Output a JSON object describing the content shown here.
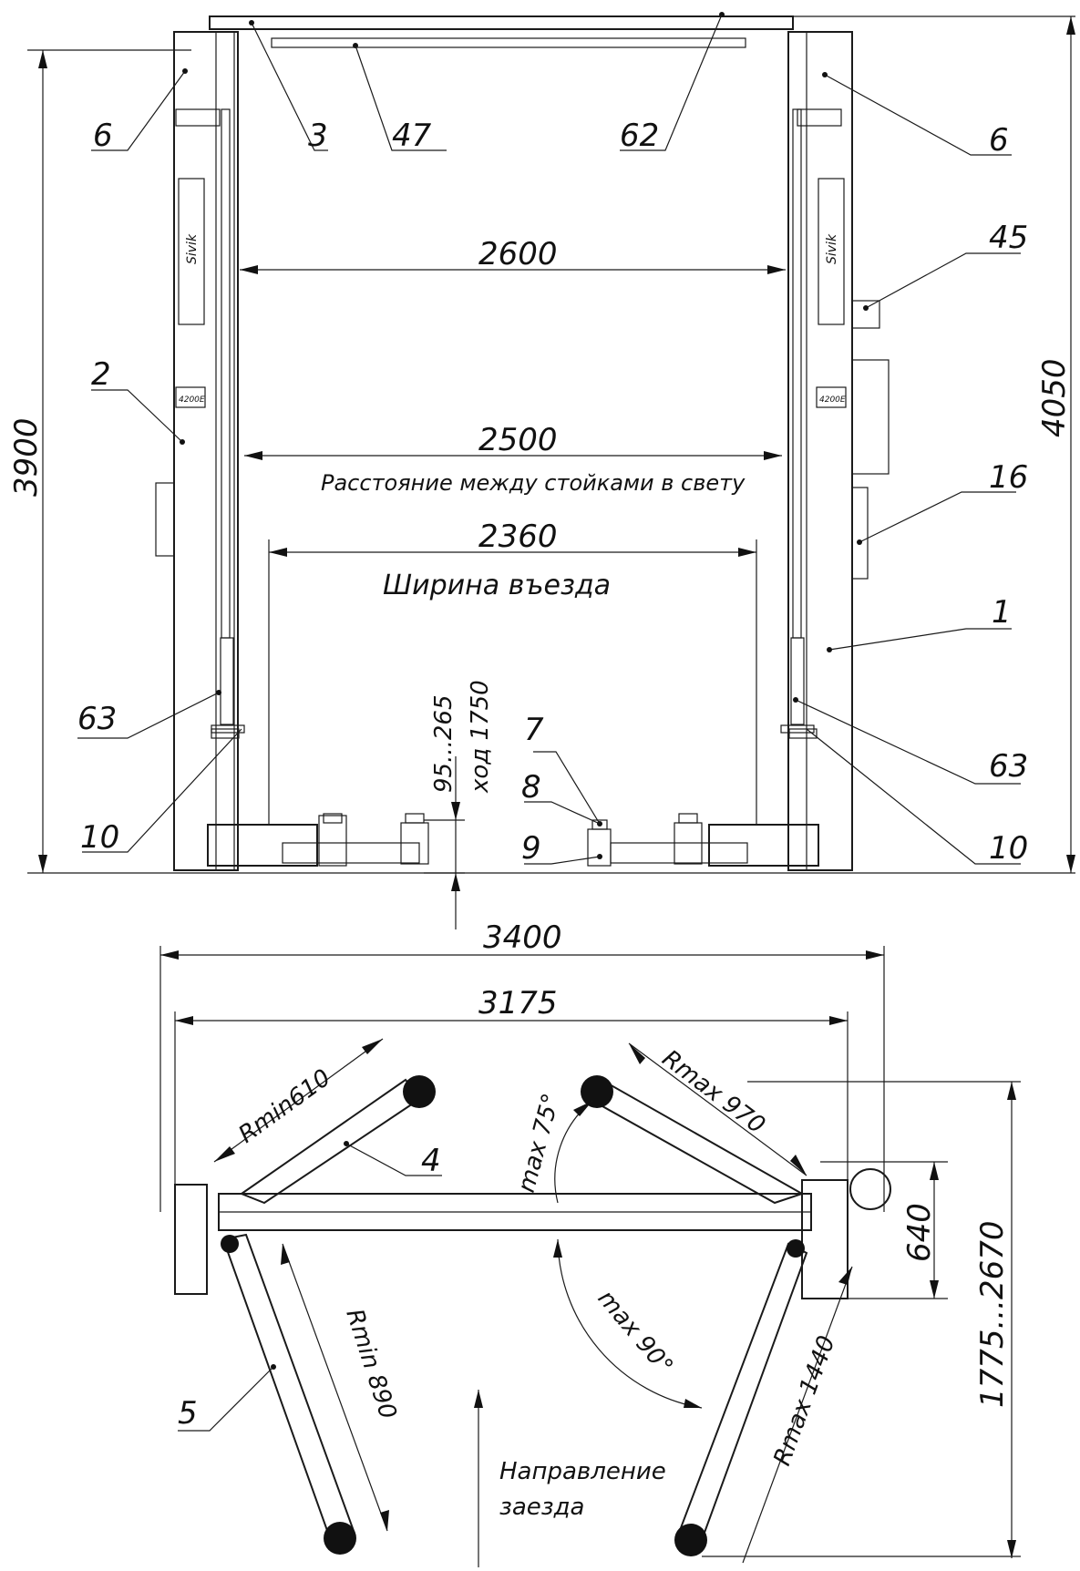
{
  "front_view": {
    "callouts": {
      "c6_left": "6",
      "c3": "3",
      "c47": "47",
      "c62": "62",
      "c6_right": "6",
      "c45": "45",
      "c2": "2",
      "c16": "16",
      "c1": "1",
      "c63_left": "63",
      "c63_right": "63",
      "c10_left": "10",
      "c10_right": "10",
      "c7": "7",
      "c8": "8",
      "c9": "9"
    },
    "dims": {
      "width_top": "2600",
      "clear_width": "2500",
      "clear_width_label": "Расстояние между стойками в свету",
      "drive_width": "2360",
      "drive_width_label": "Ширина въезда",
      "pad_height": "95...265",
      "stroke": "ход 1750",
      "height_left": "3900",
      "height_right": "4050"
    },
    "brand": "Sivik",
    "model_plate": "4200E"
  },
  "top_view": {
    "callouts": {
      "c4": "4",
      "c5": "5"
    },
    "dims": {
      "overall": "3400",
      "inner": "3175",
      "rmin_short": "Rmin610",
      "rmax_short": "Rmax 970",
      "max75": "max 75°",
      "max90": "max 90°",
      "rmin_long": "Rmin 890",
      "rmax_long": "Rmax 1440",
      "d640": "640",
      "reach": "1775...2670"
    },
    "direction": [
      "Направление",
      "заезда"
    ]
  }
}
